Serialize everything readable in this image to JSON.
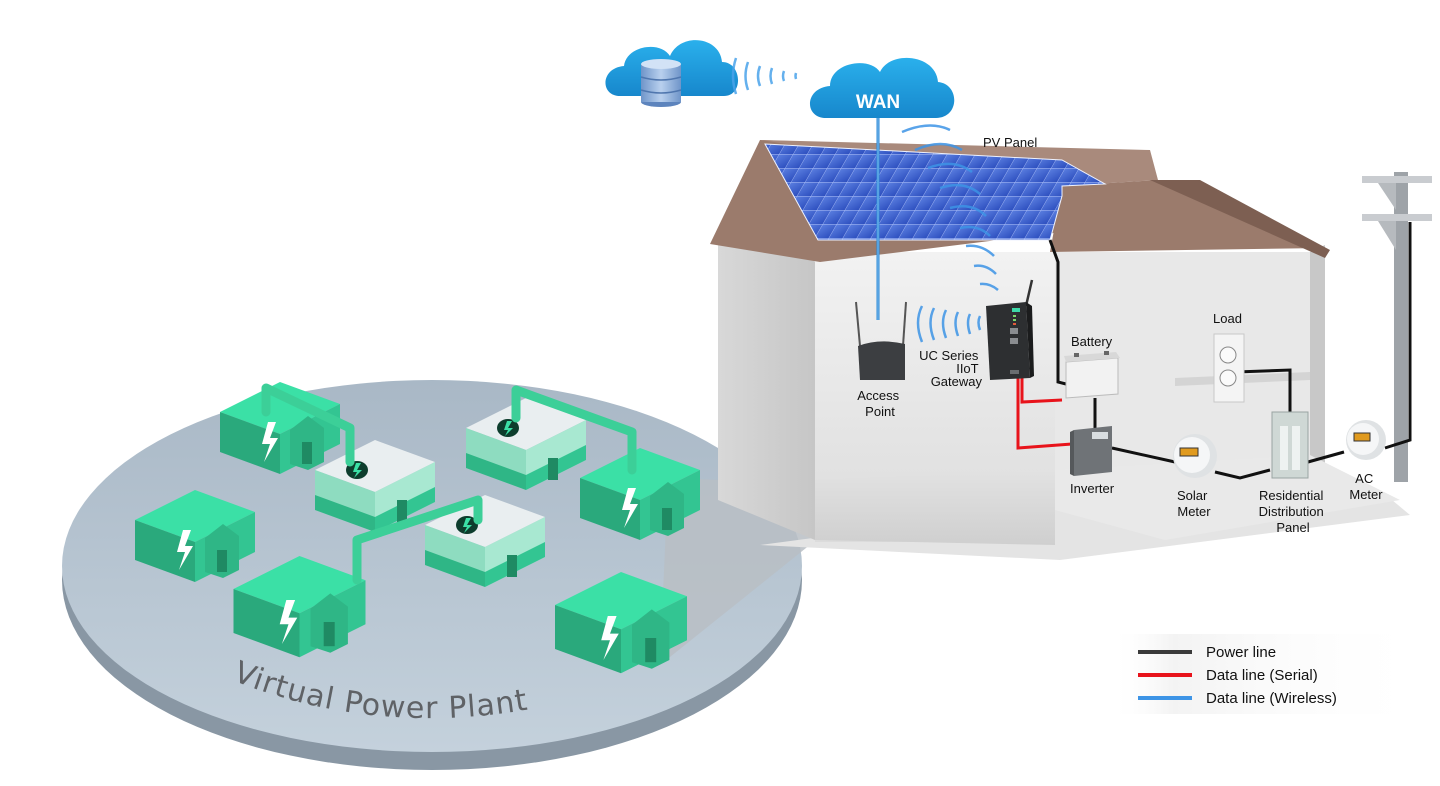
{
  "title": "Virtual Power Plant with UC Series IIoT Gateway",
  "cloud": {
    "wan_label": "WAN",
    "database_icon": "database-icon"
  },
  "labels": {
    "pv_panel": "PV Panel",
    "access_point": [
      "Access",
      "Point"
    ],
    "gateway": [
      "UC Series",
      "IIoT",
      "Gateway"
    ],
    "battery": "Battery",
    "load": "Load",
    "inverter": "Inverter",
    "solar_meter": [
      "Solar",
      "Meter"
    ],
    "distribution_panel": [
      "Residential",
      "Distribution",
      "Panel"
    ],
    "ac_meter": [
      "AC",
      "Meter"
    ]
  },
  "vpp": {
    "label": "Virtual Power Plant",
    "house_count": 8
  },
  "legend": {
    "items": [
      {
        "label": "Power line",
        "color": "#3a3a3a"
      },
      {
        "label": "Data line (Serial)",
        "color": "#e8131b"
      },
      {
        "label": "Data line (Wireless)",
        "color": "#3d94e6"
      }
    ]
  },
  "colors": {
    "cloud": "#1d9ad8",
    "house_green": "#2fbf8a",
    "roof_brown": "#9b7b6c",
    "platform": "#b7c6d3",
    "serial": "#e8131b",
    "wireless": "#3d94e6",
    "power": "#111111"
  }
}
